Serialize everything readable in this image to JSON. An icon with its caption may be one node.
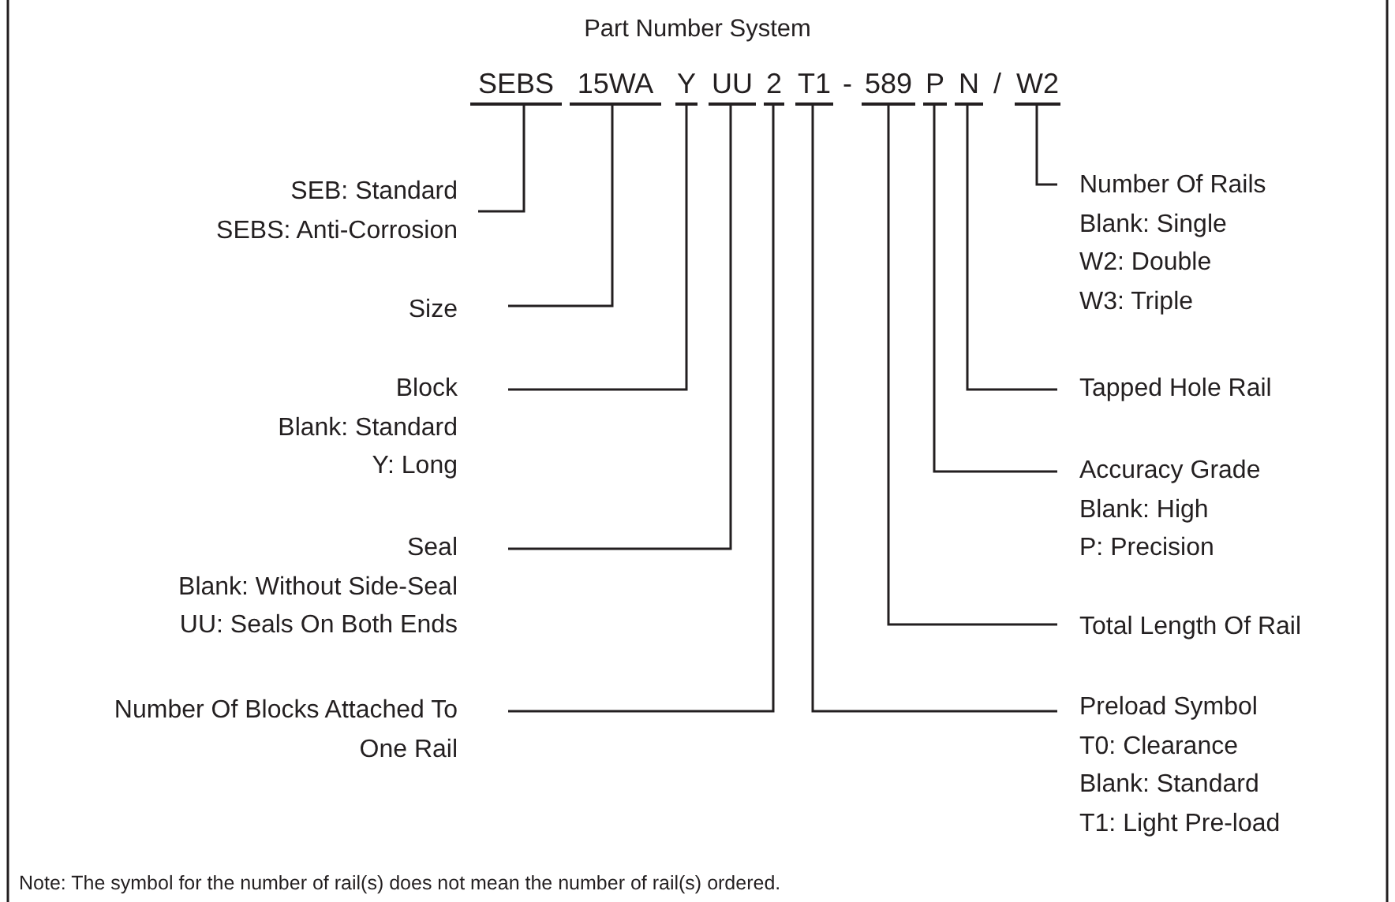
{
  "diagram": {
    "title": "Part Number System",
    "nodes": [
      {
        "text": [
          "SEBS"
        ]
      },
      {
        "text": [
          "15WA"
        ]
      },
      {
        "text": [
          "Y"
        ]
      },
      {
        "text": [
          "UU"
        ]
      },
      {
        "text": [
          "2"
        ]
      },
      {
        "text": [
          "T1"
        ]
      },
      {
        "text": [
          "589"
        ]
      },
      {
        "text": [
          "P"
        ]
      },
      {
        "text": [
          "N"
        ]
      },
      {
        "text": [
          "W2"
        ]
      },
      {
        "text": [
          "SEB: Standard",
          "SEBS: Anti-Corrosion"
        ]
      },
      {
        "text": [
          "Size"
        ]
      },
      {
        "text": [
          "Block",
          "Blank: Standard",
          "Y: Long"
        ]
      },
      {
        "text": [
          "Seal",
          "Blank: Without Side-Seal",
          "UU: Seals On Both Ends"
        ]
      },
      {
        "text": [
          "Number Of Blocks Attached To One Rail"
        ]
      },
      {
        "text": [
          "Number Of Rails",
          "Blank: Single",
          "W2: Double",
          "W3: Triple"
        ]
      },
      {
        "text": [
          "Tapped Hole Rail"
        ]
      },
      {
        "text": [
          "Accuracy Grade",
          "Blank: High",
          "P: Precision"
        ]
      },
      {
        "text": [
          "Total Length Of Rail"
        ]
      },
      {
        "text": [
          "Preload Symbol",
          "T0: Clearance",
          "Blank: Standard",
          "T1: Light Pre-load"
        ]
      }
    ],
    "edges": [
      {
        "from": 10,
        "to": 0,
        "arrow": "none"
      },
      {
        "from": 11,
        "to": 1,
        "arrow": "none"
      },
      {
        "from": 12,
        "to": 2,
        "arrow": "none"
      },
      {
        "from": 13,
        "to": 3,
        "arrow": "none"
      },
      {
        "from": 14,
        "to": 4,
        "arrow": "none"
      },
      {
        "from": 15,
        "to": 9,
        "arrow": "none"
      },
      {
        "from": 16,
        "to": 8,
        "arrow": "none"
      },
      {
        "from": 17,
        "to": 7,
        "arrow": "none"
      },
      {
        "from": 18,
        "to": 6,
        "arrow": "none"
      },
      {
        "from": 19,
        "to": 5,
        "arrow": "none"
      }
    ],
    "labels": [
      "-",
      "/"
    ],
    "caption": "Note: The symbol for the number of rail(s) does not mean the number of rail(s) ordered."
  }
}
